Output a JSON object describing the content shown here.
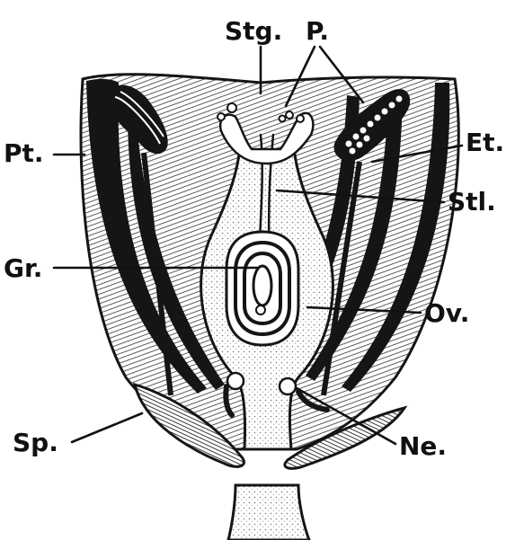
{
  "figure": {
    "labels": {
      "stigma": "Stg.",
      "pollen": "P.",
      "petal": "Pt.",
      "anther": "Et.",
      "style": "Stl.",
      "pollen_grain": "Gr.",
      "ovule": "Ov.",
      "sepal": "Sp.",
      "nectary": "Ne."
    }
  }
}
